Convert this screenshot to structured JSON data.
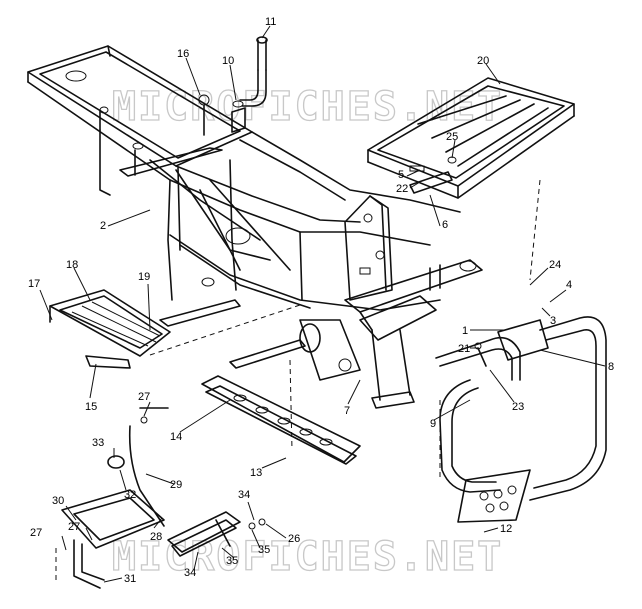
{
  "watermark": {
    "text": "MICROFICHES.NET"
  },
  "callouts": [
    {
      "id": "c1",
      "text": "1"
    },
    {
      "id": "c2",
      "text": "2"
    },
    {
      "id": "c3",
      "text": "3"
    },
    {
      "id": "c4",
      "text": "4"
    },
    {
      "id": "c5",
      "text": "5"
    },
    {
      "id": "c6",
      "text": "6"
    },
    {
      "id": "c7",
      "text": "7"
    },
    {
      "id": "c8",
      "text": "8"
    },
    {
      "id": "c9",
      "text": "9"
    },
    {
      "id": "c10",
      "text": "10"
    },
    {
      "id": "c11",
      "text": "11"
    },
    {
      "id": "c12",
      "text": "12"
    },
    {
      "id": "c13",
      "text": "13"
    },
    {
      "id": "c14",
      "text": "14"
    },
    {
      "id": "c15",
      "text": "15"
    },
    {
      "id": "c16",
      "text": "16"
    },
    {
      "id": "c17",
      "text": "17"
    },
    {
      "id": "c18",
      "text": "18"
    },
    {
      "id": "c19",
      "text": "19"
    },
    {
      "id": "c20",
      "text": "20"
    },
    {
      "id": "c21",
      "text": "21"
    },
    {
      "id": "c22",
      "text": "22"
    },
    {
      "id": "c23",
      "text": "23"
    },
    {
      "id": "c24",
      "text": "24"
    },
    {
      "id": "c25",
      "text": "25"
    },
    {
      "id": "c26",
      "text": "26"
    },
    {
      "id": "c27a",
      "text": "27"
    },
    {
      "id": "c27b",
      "text": "27"
    },
    {
      "id": "c27c",
      "text": "27"
    },
    {
      "id": "c28",
      "text": "28"
    },
    {
      "id": "c29",
      "text": "29"
    },
    {
      "id": "c30",
      "text": "30"
    },
    {
      "id": "c31",
      "text": "31"
    },
    {
      "id": "c32",
      "text": "32"
    },
    {
      "id": "c33",
      "text": "33"
    },
    {
      "id": "c34a",
      "text": "34"
    },
    {
      "id": "c34b",
      "text": "34"
    },
    {
      "id": "c35a",
      "text": "35"
    },
    {
      "id": "c35b",
      "text": "35"
    }
  ]
}
